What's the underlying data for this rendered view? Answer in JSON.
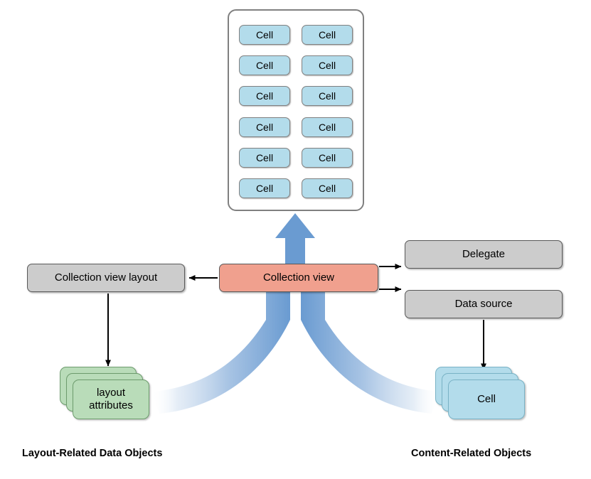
{
  "diagram": {
    "title_left": "Layout-Related Data Objects",
    "title_right": "Content-Related Objects",
    "colors": {
      "cell_fill": "#b3dceb",
      "cell_border": "#808080",
      "gray_fill": "#cccccc",
      "gray_border": "#595959",
      "salmon_fill": "#f0a08e",
      "green_fill": "#b9dcb9",
      "green_border": "#6d9c6d",
      "ribbon_blue": "#6a9bd1",
      "container_border": "#808080"
    }
  },
  "container": {
    "name": "collection-view-surface",
    "cells": [
      {
        "label": "Cell"
      },
      {
        "label": "Cell"
      },
      {
        "label": "Cell"
      },
      {
        "label": "Cell"
      },
      {
        "label": "Cell"
      },
      {
        "label": "Cell"
      },
      {
        "label": "Cell"
      },
      {
        "label": "Cell"
      },
      {
        "label": "Cell"
      },
      {
        "label": "Cell"
      },
      {
        "label": "Cell"
      },
      {
        "label": "Cell"
      }
    ]
  },
  "nodes": {
    "collection_view": "Collection view",
    "collection_view_layout": "Collection view layout",
    "delegate": "Delegate",
    "data_source": "Data source"
  },
  "stacks": {
    "layout_attributes": "layout\nattributes",
    "cell": "Cell"
  },
  "arrows": {
    "collection_view_to_layout": "arrow-left",
    "collection_view_to_delegate": "arrow-right",
    "collection_view_to_data_source": "arrow-right",
    "layout_to_attributes": "arrow-down",
    "data_source_to_cell": "arrow-down",
    "render_up": "arrow-up"
  }
}
